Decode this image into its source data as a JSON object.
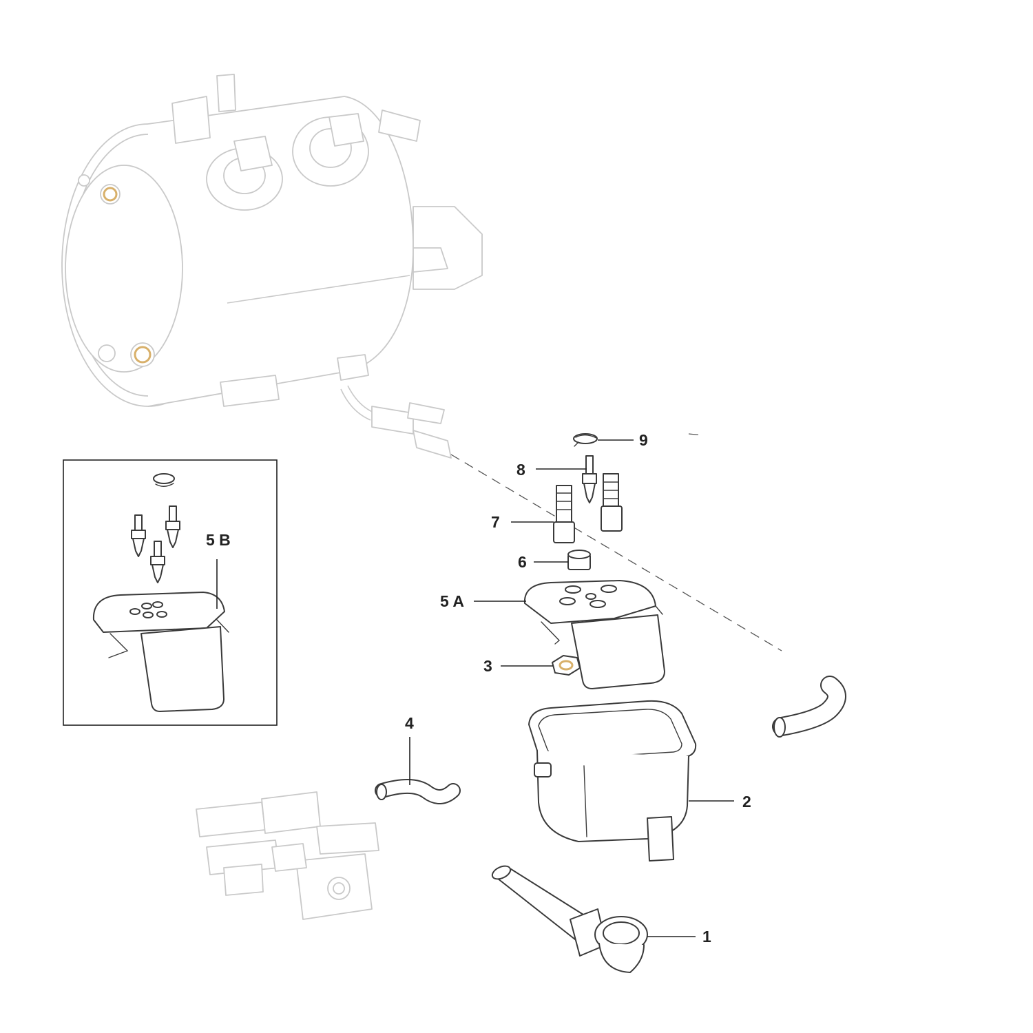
{
  "callouts": {
    "c1": "1",
    "c2": "2",
    "c3": "3",
    "c4": "4",
    "c5a": "5 A",
    "c5b": "5 B",
    "c6": "6",
    "c7": "7",
    "c8": "8",
    "c9": "9"
  },
  "colors": {
    "line": "#3a3a3a",
    "ghost": "#c9c9c9",
    "gasket": "#d8b06a",
    "text": "#222222"
  }
}
